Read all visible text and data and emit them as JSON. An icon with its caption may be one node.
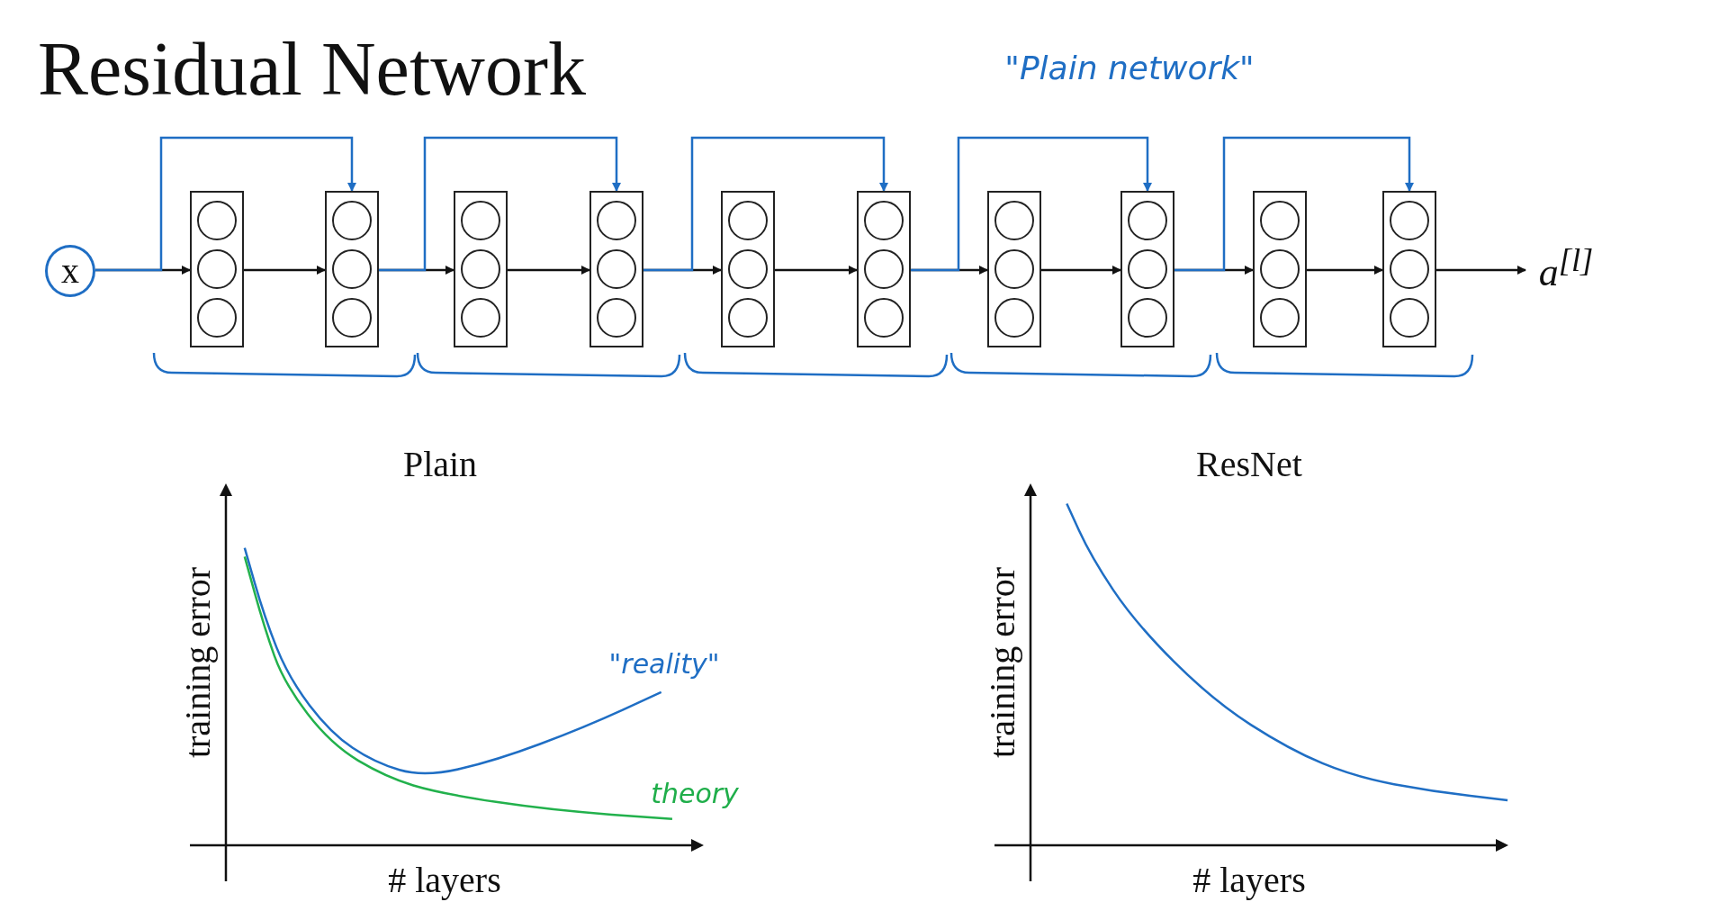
{
  "diagram": {
    "title": "Residual Network",
    "nodes": [
      {
        "text": [
          "x"
        ]
      },
      {
        "text": [],
        "shape": "box"
      },
      {
        "text": [],
        "shape": "circle",
        "in": 1
      },
      {
        "text": [],
        "shape": "circle",
        "in": 1
      },
      {
        "text": [],
        "shape": "circle",
        "in": 1
      },
      {
        "text": [],
        "shape": "box"
      },
      {
        "text": [],
        "shape": "circle",
        "in": 5
      },
      {
        "text": [],
        "shape": "circle",
        "in": 5
      },
      {
        "text": [],
        "shape": "circle",
        "in": 5
      },
      {
        "text": [],
        "shape": "box"
      },
      {
        "text": [],
        "shape": "circle",
        "in": 9
      },
      {
        "text": [],
        "shape": "circle",
        "in": 9
      },
      {
        "text": [],
        "shape": "circle",
        "in": 9
      },
      {
        "text": [],
        "shape": "box"
      },
      {
        "text": [],
        "shape": "circle",
        "in": 13
      },
      {
        "text": [],
        "shape": "circle",
        "in": 13
      },
      {
        "text": [],
        "shape": "circle",
        "in": 13
      },
      {
        "text": [],
        "shape": "box"
      },
      {
        "text": [],
        "shape": "circle",
        "in": 17
      },
      {
        "text": [],
        "shape": "circle",
        "in": 17
      },
      {
        "text": [],
        "shape": "circle",
        "in": 17
      },
      {
        "text": [],
        "shape": "box"
      },
      {
        "text": [],
        "shape": "circle",
        "in": 21
      },
      {
        "text": [],
        "shape": "circle",
        "in": 21
      },
      {
        "text": [],
        "shape": "circle",
        "in": 21
      },
      {
        "text": [],
        "shape": "box"
      },
      {
        "text": [],
        "shape": "circle",
        "in": 25
      },
      {
        "text": [],
        "shape": "circle",
        "in": 25
      },
      {
        "text": [],
        "shape": "circle",
        "in": 25
      },
      {
        "text": [],
        "shape": "box"
      },
      {
        "text": [],
        "shape": "circle",
        "in": 29
      },
      {
        "text": [],
        "shape": "circle",
        "in": 29
      },
      {
        "text": [],
        "shape": "circle",
        "in": 29
      },
      {
        "text": [],
        "shape": "box"
      },
      {
        "text": [],
        "shape": "circle",
        "in": 33
      },
      {
        "text": [],
        "shape": "circle",
        "in": 33
      },
      {
        "text": [],
        "shape": "circle",
        "in": 33
      },
      {
        "text": [],
        "shape": "box"
      },
      {
        "text": [],
        "shape": "circle",
        "in": 37
      },
      {
        "text": [],
        "shape": "circle",
        "in": 37
      },
      {
        "text": [],
        "shape": "circle",
        "in": 37
      },
      {
        "text": [
          "a$^{[l]}$"
        ]
      }
    ],
    "edges": [
      {
        "from": 0,
        "to": 1,
        "arrow": "to"
      },
      {
        "from": 1,
        "to": 5,
        "arrow": "to"
      },
      {
        "from": 5,
        "to": 9,
        "arrow": "to"
      },
      {
        "from": 9,
        "to": 13,
        "arrow": "to"
      },
      {
        "from": 13,
        "to": 17,
        "arrow": "to"
      },
      {
        "from": 17,
        "to": 21,
        "arrow": "to"
      },
      {
        "from": 21,
        "to": 25,
        "arrow": "to"
      },
      {
        "from": 25,
        "to": 29,
        "arrow": "to"
      },
      {
        "from": 29,
        "to": 33,
        "arrow": "to"
      },
      {
        "from": 33,
        "to": 37,
        "arrow": "to"
      },
      {
        "from": 37,
        "to": 41,
        "arrow": "to"
      },
      {
        "from": 0,
        "to": 5,
        "arrow": "to",
        "color": "#1f6ec4"
      },
      {
        "from": 5,
        "to": 13,
        "arrow": "to",
        "color": "#1f6ec4"
      },
      {
        "from": 13,
        "to": 21,
        "arrow": "to",
        "color": "#1f6ec4"
      },
      {
        "from": 21,
        "to": 29,
        "arrow": "to",
        "color": "#1f6ec4"
      },
      {
        "from": 29,
        "to": 37,
        "arrow": "to",
        "color": "#1f6ec4"
      }
    ],
    "labels": [
      "\"Plain network\"",
      "Plain",
      "training error",
      "# layers",
      "\"reality\"",
      "theory",
      "ResNet",
      "training error",
      "# layers"
    ]
  }
}
